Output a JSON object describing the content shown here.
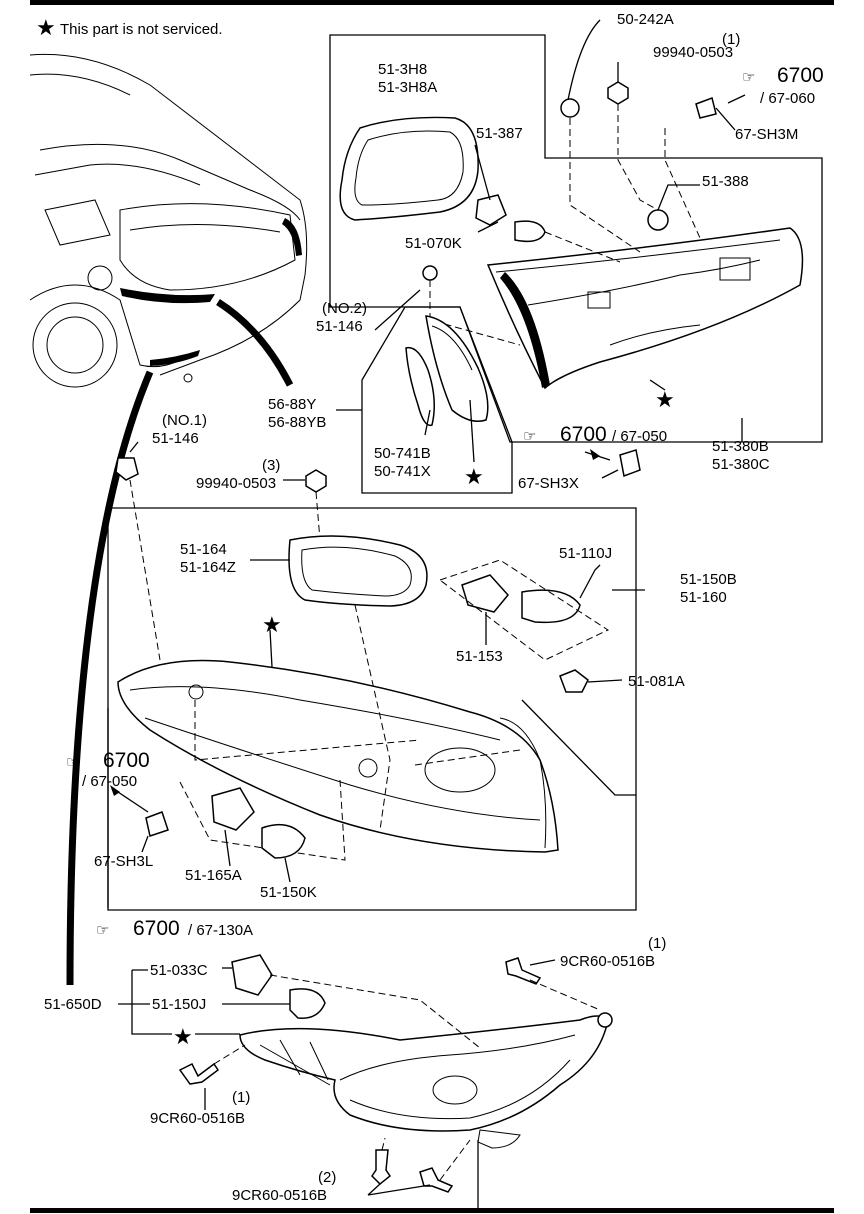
{
  "note": {
    "star": "★",
    "text": "This part is not serviced."
  },
  "labels": {
    "p50_242A": "50-242A",
    "q1_a": "(1)",
    "p99940_0503_a": "99940-0503",
    "p6700_a": "6700",
    "ref_67_060": "/ 67-060",
    "p67_SH3M": "67-SH3M",
    "p51_3H8": "51-3H8",
    "p51_3H8A": "51-3H8A",
    "p51_387": "51-387",
    "p51_388": "51-388",
    "p51_070K": "51-070K",
    "no2": "(NO.2)",
    "p51_146_b": "51-146",
    "p56_88Y": "56-88Y",
    "p56_88YB": "56-88YB",
    "p50_741B": "50-741B",
    "p50_741X": "50-741X",
    "p6700_b": "6700",
    "ref_67_050_a": "/ 67-050",
    "p67_SH3X": "67-SH3X",
    "p51_380B": "51-380B",
    "p51_380C": "51-380C",
    "no1": "(NO.1)",
    "p51_146_a": "51-146",
    "q3": "(3)",
    "p99940_0503_b": "99940-0503",
    "p51_164": "51-164",
    "p51_164Z": "51-164Z",
    "p51_110J": "51-110J",
    "p51_150B": "51-150B",
    "p51_160": "51-160",
    "p51_153": "51-153",
    "p51_081A": "51-081A",
    "p6700_c": "6700",
    "ref_67_050_b": "/ 67-050",
    "p67_SH3L": "67-SH3L",
    "p51_165A": "51-165A",
    "p51_150K": "51-150K",
    "p6700_d": "6700",
    "ref_67_130A": "/ 67-130A",
    "q1_b": "(1)",
    "p9CR60_0516B_a": "9CR60-0516B",
    "p51_033C": "51-033C",
    "p51_650D": "51-650D",
    "p51_150J": "51-150J",
    "q1_c": "(1)",
    "p9CR60_0516B_b": "9CR60-0516B",
    "q2": "(2)",
    "p9CR60_0516B_c": "9CR60-0516B"
  },
  "star": "★"
}
